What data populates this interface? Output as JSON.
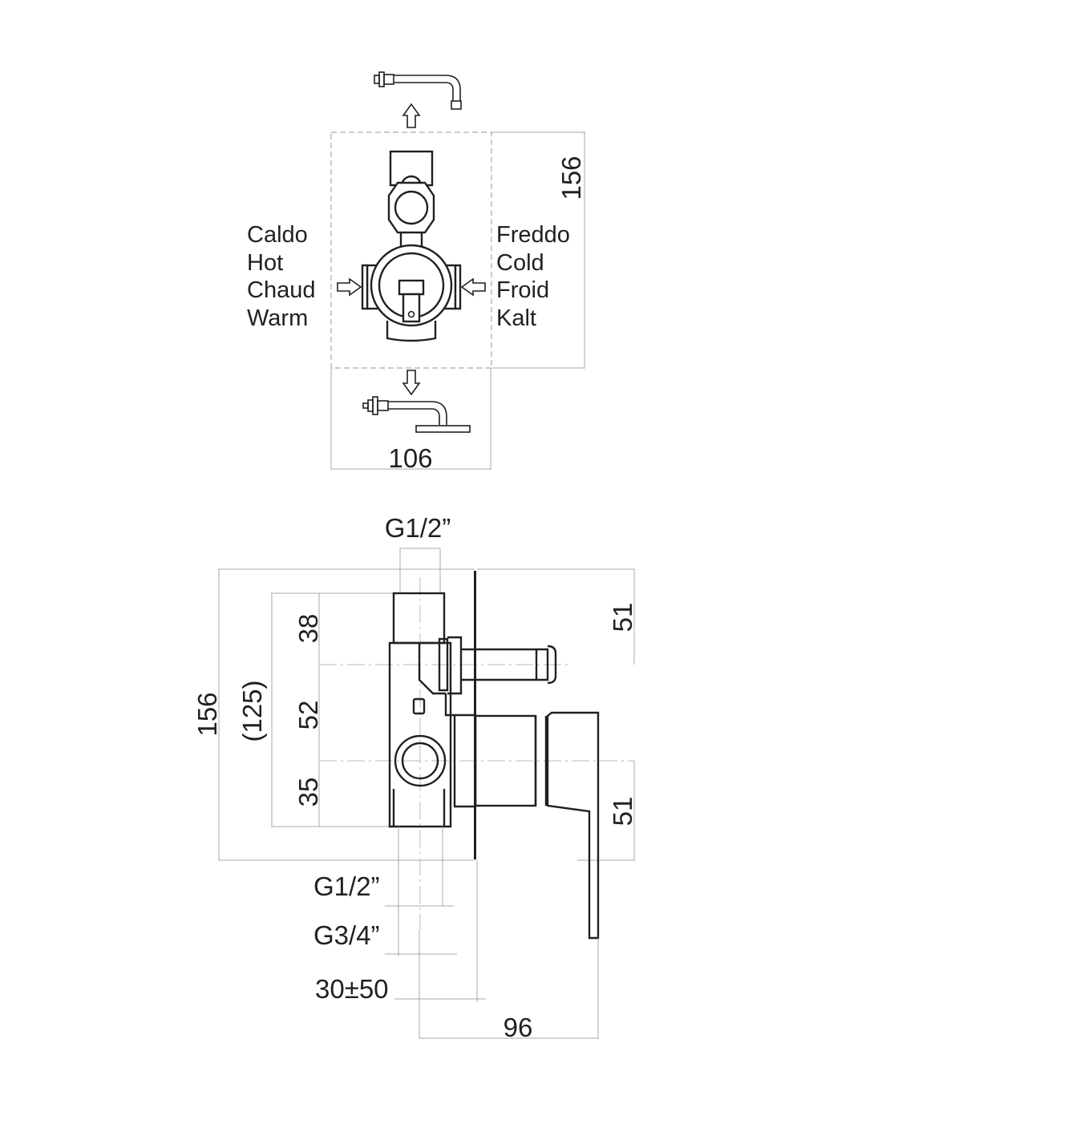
{
  "front_view": {
    "labels_left": [
      "Caldo",
      "Hot",
      "Chaud",
      "Warm"
    ],
    "labels_right": [
      "Freddo",
      "Cold",
      "Froid",
      "Kalt"
    ],
    "dim_height": "156",
    "dim_width": "106"
  },
  "side_view": {
    "top_thread": "G1/2”",
    "dim_total_height": "156",
    "dim_body_height": "(125)",
    "dim_upper": "38",
    "dim_middle": "52",
    "dim_lower": "35",
    "dim_right_upper": "51",
    "dim_right_lower": "51",
    "bottom_thread_1": "G1/2”",
    "bottom_thread_2": "G3/4”",
    "depth_range": "30±50",
    "dim_depth": "96"
  }
}
